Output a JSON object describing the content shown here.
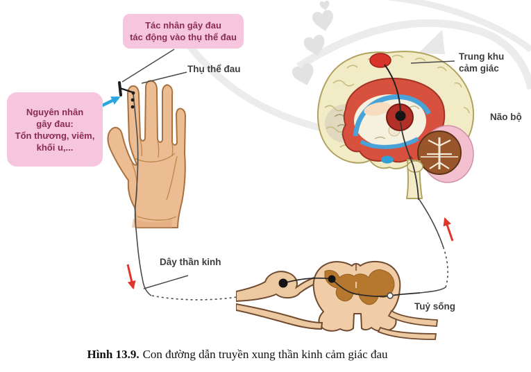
{
  "figure": {
    "boxes": {
      "stimulus": "Tác nhân gây đau\ntác động vào thụ thể đau",
      "cause": "Nguyên nhân\ngây đau:\nTổn thương, viêm,\nkhối u,..."
    },
    "labels": {
      "receptor": "Thụ thể đau",
      "nerve_fiber": "Dây thần kinh",
      "sensory_center": "Trung khu\ncảm giác",
      "brain": "Não bộ",
      "spinal_cord": "Tuỷ sống"
    },
    "caption": {
      "number": "Hình 13.9.",
      "text": "Con đường dẫn truyền xung thần kinh cảm giác đau"
    },
    "colors": {
      "label_box_bg": "#f5c6de",
      "label_box_text": "#8a2c50",
      "impulse_arrow_red": "#e0352b",
      "cause_arrow_blue": "#2aa7df",
      "skin": "#ecbd92",
      "cortex_cream": "#f2ecc6",
      "limbic_red": "#d8503e",
      "ventricle_blue": "#4aa3d8",
      "cerebellum_brown": "#99562b",
      "cord_tan": "#f1cda7",
      "gray_matter_brown": "#b6772f",
      "watermark_gray": "#ececec"
    }
  }
}
